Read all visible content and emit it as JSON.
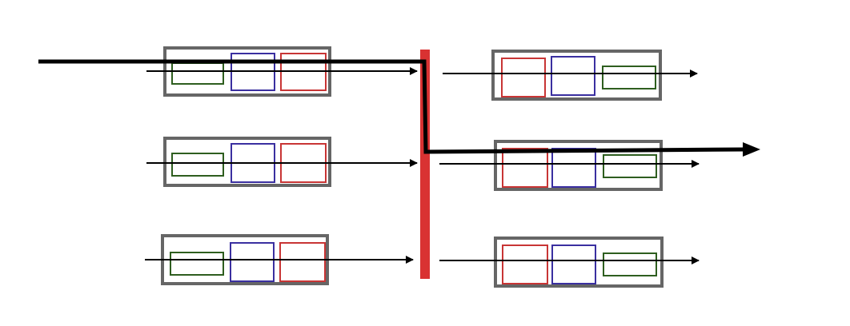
{
  "colors": {
    "queue_outline": "#666666",
    "packet_green": "#2e5e1f",
    "packet_blue": "#3a2fa0",
    "packet_red": "#c83535",
    "switch_fabric": "#d93232",
    "arrow": "#000000"
  },
  "input_ports": [
    {
      "packets": [
        "green",
        "blue",
        "red"
      ]
    },
    {
      "packets": [
        "green",
        "blue",
        "red"
      ]
    },
    {
      "packets": [
        "green",
        "blue",
        "red"
      ]
    }
  ],
  "output_ports": [
    {
      "packets": [
        "red",
        "blue",
        "green"
      ]
    },
    {
      "packets": [
        "red",
        "blue",
        "green"
      ]
    },
    {
      "packets": [
        "red",
        "blue",
        "green"
      ]
    }
  ],
  "switch_fabric": {
    "present": true
  },
  "highlighted_path": {
    "from_input": 1,
    "to_output": 2
  }
}
